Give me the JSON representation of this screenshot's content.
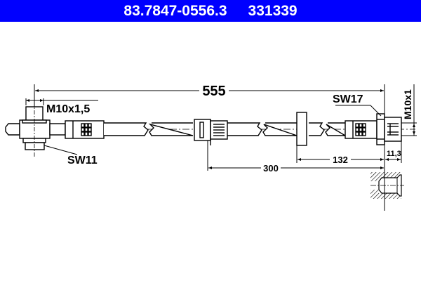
{
  "header": {
    "part_number": "83.7847-0556.3",
    "ref_number": "331339",
    "background": "#0000ff",
    "text_color": "#ffffff"
  },
  "dimensions": {
    "overall_length": "555",
    "length_to_clip": "300",
    "length_to_bracket": "132",
    "end_fitting_length": "11,3"
  },
  "labels": {
    "left_thread": "M10x1,5",
    "left_wrench": "SW11",
    "right_wrench": "SW17",
    "right_thread": "M10x1"
  }
}
